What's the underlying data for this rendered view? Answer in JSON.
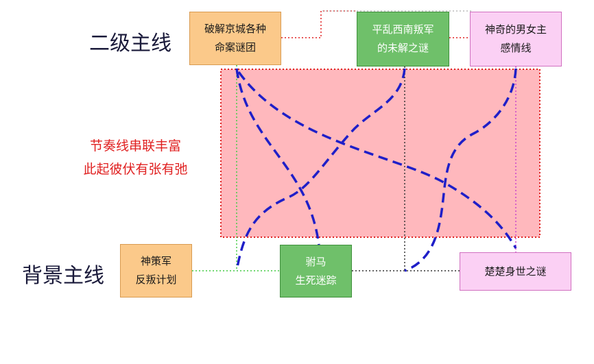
{
  "labels": {
    "secondary": "二级主线",
    "background": "背景主线",
    "rhythm_line1": "节奏线串联丰富",
    "rhythm_line2": "此起彼伏有张有弛"
  },
  "boxes": {
    "case": {
      "line1": "破解京城各种",
      "line2": "命案谜团"
    },
    "rebels": {
      "line1": "平乱西南叛军",
      "line2": "的未解之谜"
    },
    "romance": {
      "line1": "神奇的男女主",
      "line2": "感情线"
    },
    "army": {
      "line1": "神策军",
      "line2": "反叛计划"
    },
    "consort": {
      "line1": "驸马",
      "line2": "生死迷踪"
    },
    "chuchu": {
      "line1": "楚楚身世之谜"
    }
  },
  "colors": {
    "orange_box": "#fbc98a",
    "green_box": "#6fc06a",
    "pink_box": "#fbd0f4",
    "rhythm_area": "#ffb8bd",
    "rhythm_border": "#e02020",
    "dash_curve": "#1f1fc8",
    "label_red": "#e02020"
  }
}
